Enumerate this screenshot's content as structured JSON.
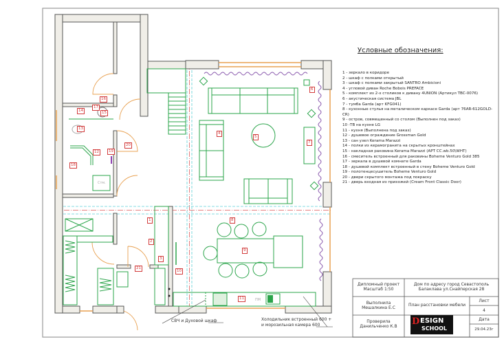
{
  "legend": {
    "title": "Условные обозначения:",
    "items": [
      "1 - зеркало в коридоре",
      "2 - шкаф с полками открытый",
      "3 - шкаф с полками закрытый SANTRO  Ambicioni",
      "4 - угловой диван Roche Bobois PREFACE",
      "5 - комплект из 2-х столиков к дивану 4UNION (Артикул TBC-0076)",
      "6 - акустическая система JBL",
      "7 - тумба Garda (арт KFG041)",
      "8 - кухонные стулья на металическом каркасе Garda (арт 76AR-612GOLD-CR)",
      "9 - остров, совмещенный со столом (Выполнен под заказ)",
      "10 -ТВ на кухне LG",
      "11 - кухня (Выполнена под заказ)",
      "12 - душевое ограждение Grossman Gold",
      "13 - сан узел Kerama Marazzi",
      "14 - полки из керамогранита на скрытых кронштейнах",
      "15 - накладная раковина Kerama Marazzi (APT CC.wb.50\\WHT)",
      "16 - смеситель встроенный для раковины Boheme Venturo Gold 385",
      "17 - зеркала в душевой комнате Garda",
      "18 - душевой комплект встроенный в стену Boheme Venturo Gold",
      "19 - полотенцесушитель Boheme Venturo Gold",
      "20 - двери скрытого монтажа под покраску",
      "21 - дверь входная из прихожей (Cream Front Classic Door)"
    ]
  },
  "tags": [
    "1",
    "2",
    "3",
    "4",
    "5",
    "6",
    "7",
    "8",
    "9",
    "10",
    "11",
    "12",
    "13",
    "14",
    "15",
    "16",
    "17",
    "18",
    "19",
    "20",
    "21"
  ],
  "plan_labels": {
    "washer": "Стм.",
    "hob": "ПМ"
  },
  "notes": {
    "microwave": "СВЧ и Духовой шкаф",
    "fridge_1": "Холодильник встроенный 600 +",
    "fridge_2": "и морозильная камера 600"
  },
  "title_block": {
    "project_1": "Дипломный проект",
    "project_2": "Масштаб 1:50",
    "address_1": "Дом по адресу город Севастополь",
    "address_2": "Балаклава ул.Снайперская 28",
    "done_by_1": "Выполнила",
    "done_by_2": "Мешалкина Е.С",
    "sheet_title": "План расстановки мебели",
    "sheet_label": "Лист",
    "sheet_no": "4",
    "checked_1": "Проверила",
    "checked_2": "Данильченко К.В",
    "date_label": "Дата",
    "date": "29.04.23г",
    "logo": "DESIGN SCHOOL"
  }
}
